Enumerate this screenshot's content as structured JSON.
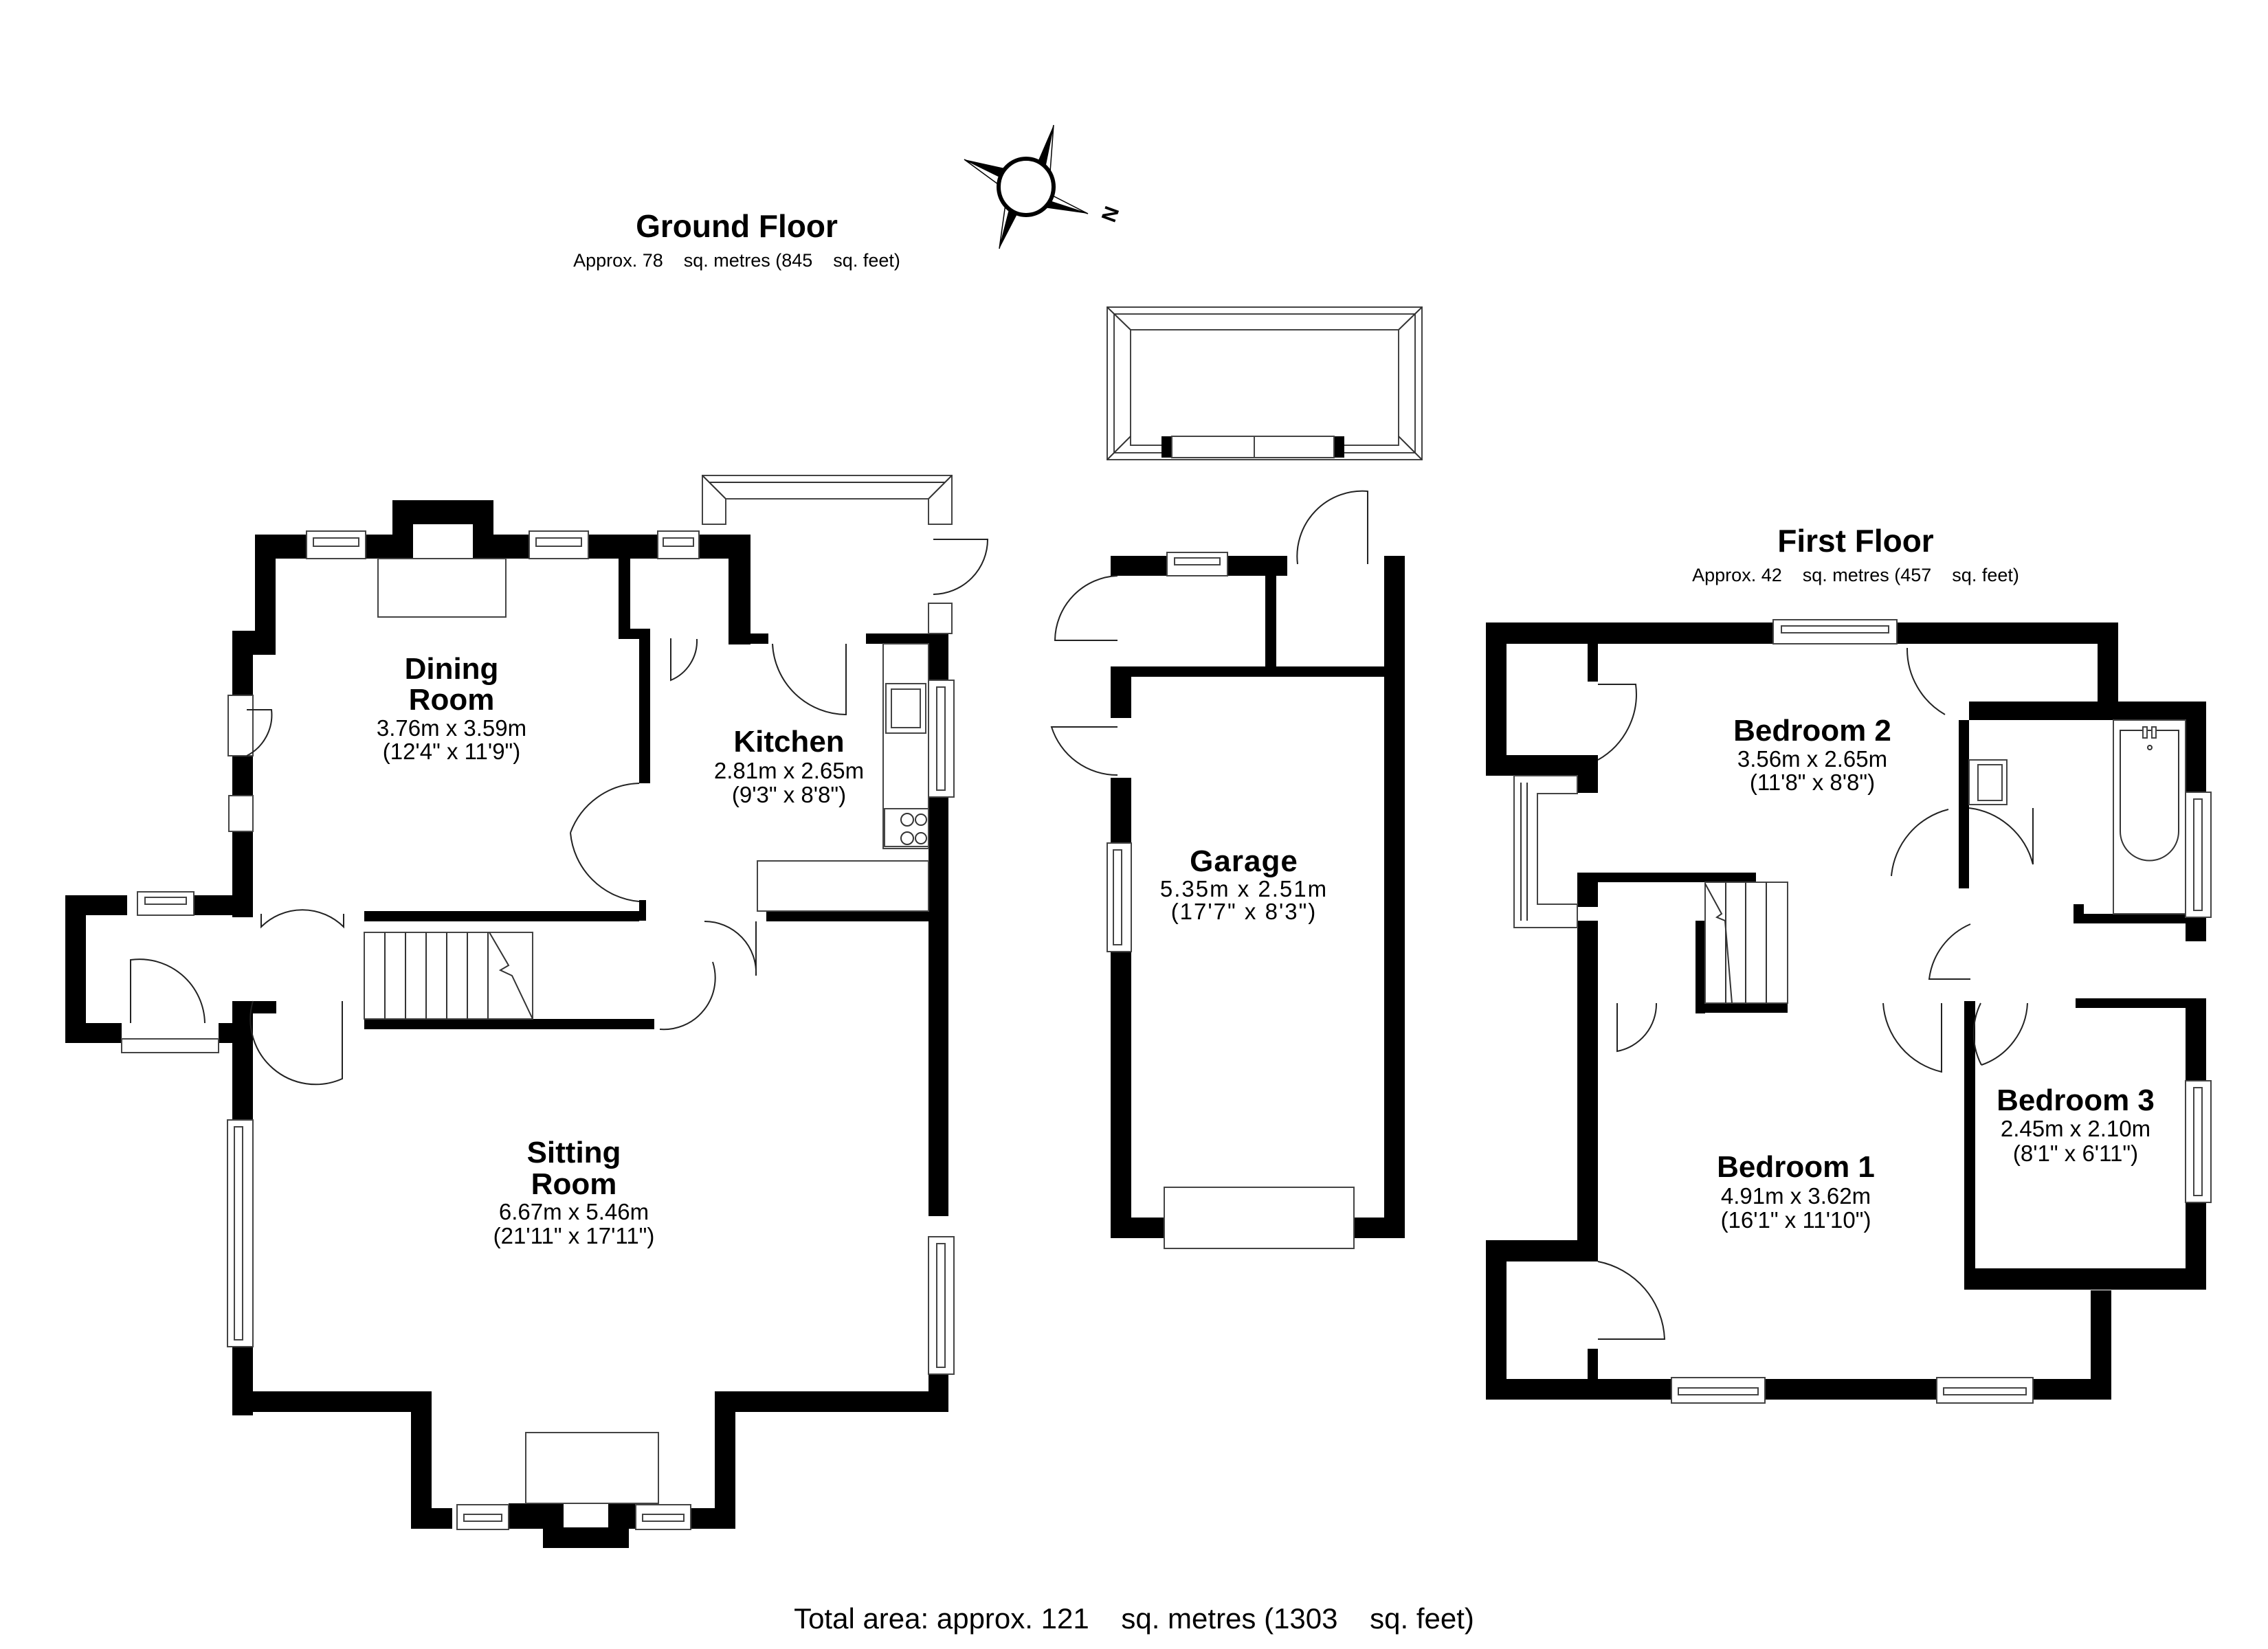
{
  "ground_floor": {
    "title": "Ground Floor",
    "area": "Approx. 78    sq. metres (845    sq. feet)",
    "rooms": {
      "dining": {
        "name_line1": "Dining",
        "name_line2": "Room",
        "metric": "3.76m x 3.59m",
        "imperial": "(12'4\" x 11'9\")"
      },
      "kitchen": {
        "name": "Kitchen",
        "metric": "2.81m x 2.65m",
        "imperial": "(9'3\" x 8'8\")"
      },
      "sitting": {
        "name_line1": "Sitting",
        "name_line2": "Room",
        "metric": "6.67m x 5.46m",
        "imperial": "(21'11\" x 17'11\")"
      }
    }
  },
  "garage": {
    "name": "Garage",
    "metric": "5.35m x 2.51m",
    "imperial": "(17'7\" x 8'3\")"
  },
  "first_floor": {
    "title": "First Floor",
    "area": "Approx. 42    sq. metres (457    sq. feet)",
    "rooms": {
      "bedroom2": {
        "name": "Bedroom 2",
        "metric": "3.56m x 2.65m",
        "imperial": "(11'8\" x 8'8\")"
      },
      "bedroom1": {
        "name": "Bedroom 1",
        "metric": "4.91m x 3.62m",
        "imperial": "(16'1\" x 11'10\")"
      },
      "bedroom3": {
        "name": "Bedroom 3",
        "metric": "2.45m x 2.10m",
        "imperial": "(8'1\" x 6'11\")"
      }
    }
  },
  "compass": {
    "icon": "compass-rose-icon",
    "north_label": "N"
  },
  "total_area": "Total area: approx. 121    sq. metres (1303    sq. feet)"
}
